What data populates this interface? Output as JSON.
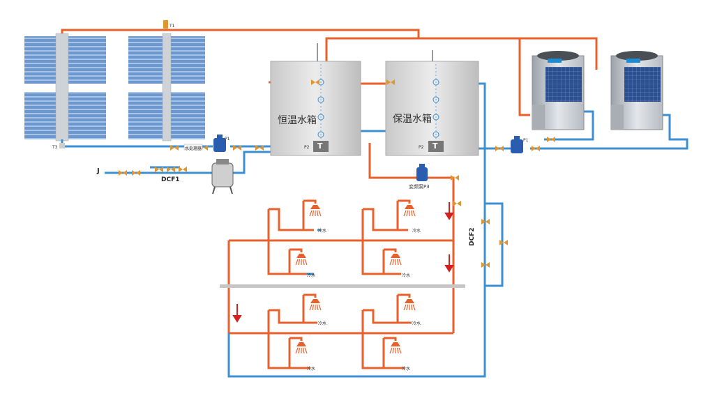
{
  "tanks": {
    "constant_temp": "恒温水箱",
    "insulation": "保温水箱",
    "sensor_badge": "T",
    "sensor_label": "P2"
  },
  "components": {
    "top_sensor": "T1",
    "left_sensor": "T3",
    "pump_left": "P1",
    "pump_right": "P1",
    "water_treatment": "水处理器",
    "valve_group_left": "DCF1",
    "valve_group_right": "DCF2",
    "variable_pump": "变频泵P3",
    "inlet": "J"
  },
  "outlets": {
    "cold_water": "冷水"
  },
  "colors": {
    "hot_pipe": "#e8602c",
    "cold_pipe": "#3c8fd1",
    "flow_arrow": "#d42020",
    "valve": "#e0962e",
    "pump": "#2a5db0",
    "tank_fill": "#d9d9d9",
    "panel_blue": "#5b8fc9"
  },
  "icons": {
    "pump": "pump-icon",
    "valve": "valve-icon",
    "shower": "shower-icon",
    "heat_pump": "heat-pump-unit-icon",
    "solar_panel": "solar-collector-icon",
    "filter": "filter-tank-icon",
    "arrow": "flow-arrow-icon"
  }
}
